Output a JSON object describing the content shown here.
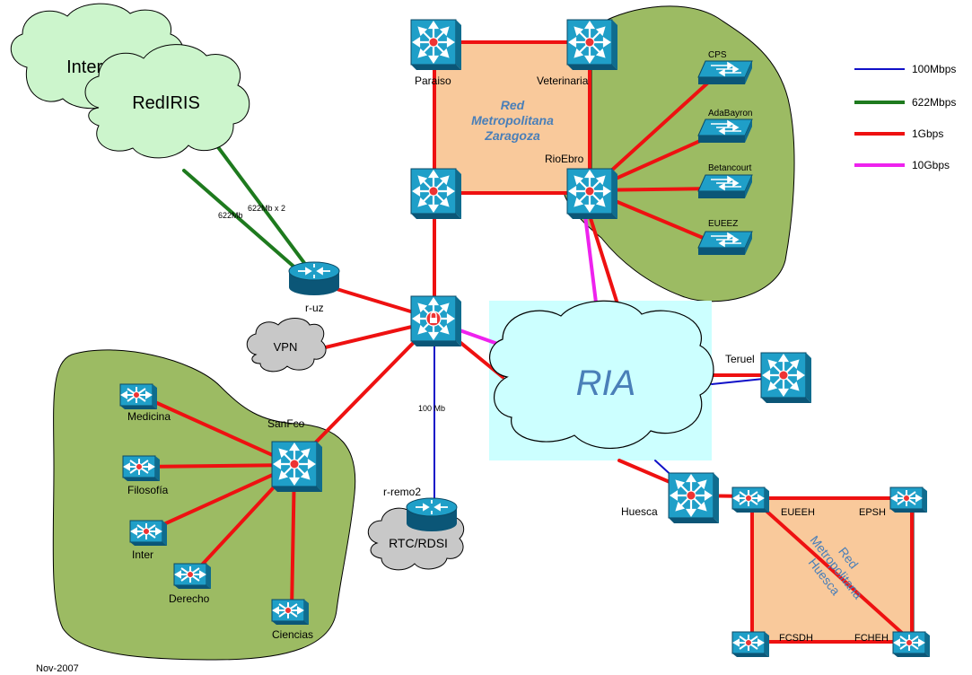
{
  "colors": {
    "link_100m": "#1010c8",
    "link_622m": "#1e7a1e",
    "link_1g": "#ee1111",
    "link_10g": "#ee22ee",
    "green_area": "#9cbb63",
    "orange_area": "#f9c99b",
    "cloud_green": "#ccf5cc",
    "ria_bg": "#ccffff",
    "cloud_gray": "#c8c8c8",
    "device_face": "#1f9fc8",
    "metro_text": "#4a7fb8"
  },
  "legend": [
    {
      "label": "100Mbps",
      "color": "#1010c8"
    },
    {
      "label": "622Mbps",
      "color": "#1e7a1e"
    },
    {
      "label": "1Gbps",
      "color": "#ee1111"
    },
    {
      "label": "10Gbps",
      "color": "#ee22ee"
    }
  ],
  "clouds": {
    "internet": "Internet",
    "rediris": "RedIRIS",
    "vpn": "VPN",
    "rtc": "RTC/RDSI",
    "ria": "RIA"
  },
  "metro_zaragoza": [
    "Red",
    "Metropolitana",
    "Zaragoza"
  ],
  "metro_huesca": [
    "Red",
    "Metropolitana",
    "Huesca"
  ],
  "link_labels": {
    "l622": "622Mb",
    "l622x2": "622Mb x 2",
    "l100": "100 Mb"
  },
  "nodes": {
    "paraiso": "Paraiso",
    "veterinaria": "Veterinaria",
    "rioebro": "RioEbro",
    "cps": "CPS",
    "adabayron": "AdaBayron",
    "betancourt": "Betancourt",
    "eueez": "EUEEZ",
    "r_uz": "r-uz",
    "r_remo2": "r-remo2",
    "sanfco": "SanFco",
    "medicina": "Medicina",
    "filosofia": "Filosofía",
    "inter": "Inter",
    "derecho": "Derecho",
    "ciencias": "Ciencias",
    "teruel": "Teruel",
    "huesca": "Huesca",
    "eueeh": "EUEEH",
    "epsh": "EPSH",
    "fcsdh": "FCSDH",
    "fcheh": "FCHEH"
  },
  "footer": "Nov-2007"
}
